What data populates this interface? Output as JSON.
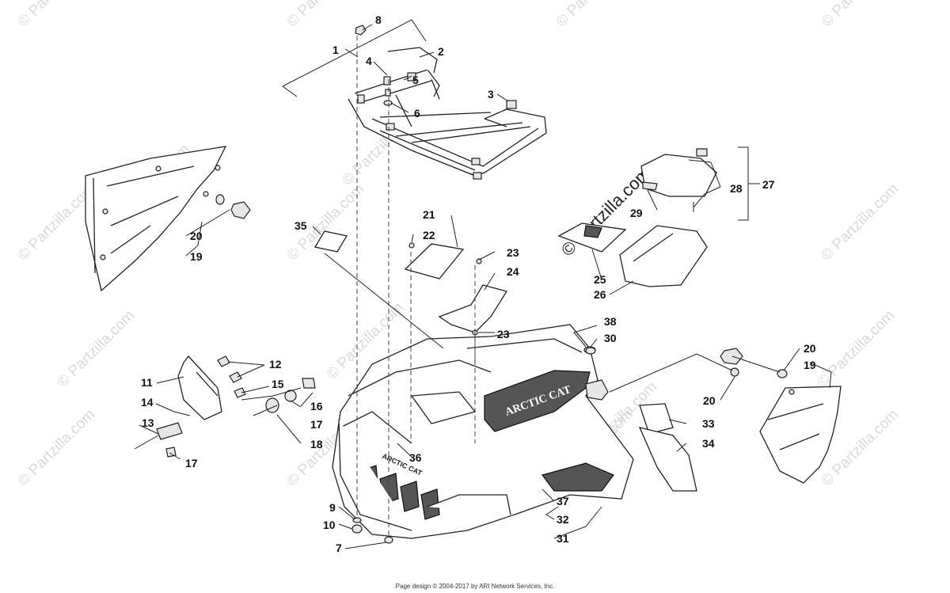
{
  "watermark": "© Partzilla.com",
  "footer": "Page design © 2004-2017 by ARI Network Services, Inc.",
  "callouts": {
    "c1": "1",
    "c2": "2",
    "c3": "3",
    "c4": "4",
    "c5": "5",
    "c6": "6",
    "c7": "7",
    "c8": "8",
    "c9": "9",
    "c10": "10",
    "c11": "11",
    "c12": "12",
    "c13": "13",
    "c14": "14",
    "c15": "15",
    "c16": "16",
    "c17a": "17",
    "c17b": "17",
    "c18": "18",
    "c19a": "19",
    "c19b": "19",
    "c20a": "20",
    "c20b": "20",
    "c20c": "20",
    "c21": "21",
    "c22": "22",
    "c23a": "23",
    "c23b": "23",
    "c24": "24",
    "c25": "25",
    "c26": "26",
    "c27": "27",
    "c28": "28",
    "c29": "29",
    "c30": "30",
    "c31": "31",
    "c32": "32",
    "c33": "33",
    "c34": "34",
    "c35": "35",
    "c36": "36",
    "c37": "37",
    "c38": "38"
  },
  "decals": {
    "brand": "ARCTIC CAT"
  }
}
